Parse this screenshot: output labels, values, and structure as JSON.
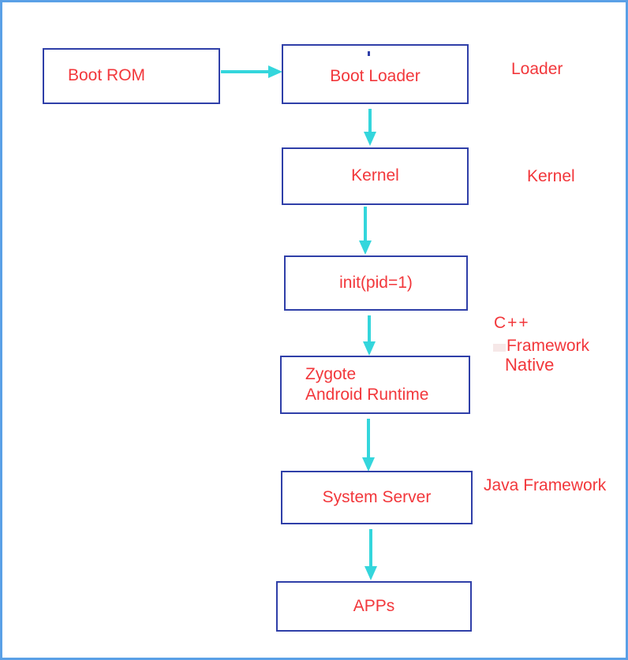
{
  "diagram": {
    "colors": {
      "box_border": "#2f3fa8",
      "text": "#f2373b",
      "arrow": "#34d6dc",
      "frame": "#5aa0e6"
    },
    "nodes": {
      "boot_rom": "Boot ROM",
      "boot_loader": "Boot Loader",
      "kernel": "Kernel",
      "init": "init(pid=1)",
      "zygote_line1": "Zygote",
      "zygote_line2": "Android Runtime",
      "system_server": "System Server",
      "apps": "APPs"
    },
    "layer_labels": {
      "loader": "Loader",
      "kernel": "Kernel",
      "cpp": "C++",
      "framework": "Framework",
      "native": "Native",
      "java_framework": "Java Framework"
    }
  }
}
